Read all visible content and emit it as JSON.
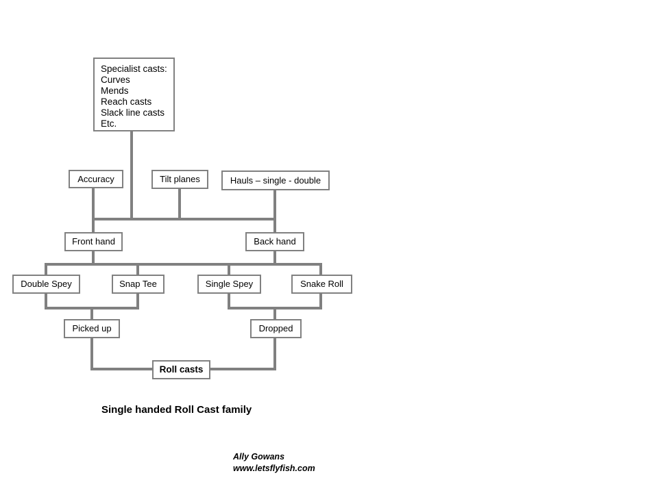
{
  "diagram": {
    "title": "Single handed Roll Cast family",
    "credit_name": "Ally Gowans",
    "credit_site": "www.letsflyfish.com",
    "line_color": "#808080",
    "box_border_color": "#808080",
    "background_color": "#ffffff",
    "text_color": "#000000",
    "nodes": {
      "specialist_casts": "Specialist casts:\nCurves\nMends\nReach casts\nSlack line casts\nEtc.",
      "accuracy": "Accuracy",
      "tilt_planes": "Tilt planes",
      "hauls": "Hauls – single - double",
      "front_hand": "Front hand",
      "back_hand": "Back hand",
      "double_spey": "Double Spey",
      "snap_tee": "Snap Tee",
      "single_spey": "Single Spey",
      "snake_roll": "Snake Roll",
      "picked_up": "Picked up",
      "dropped": "Dropped",
      "roll_casts": "Roll casts"
    }
  }
}
